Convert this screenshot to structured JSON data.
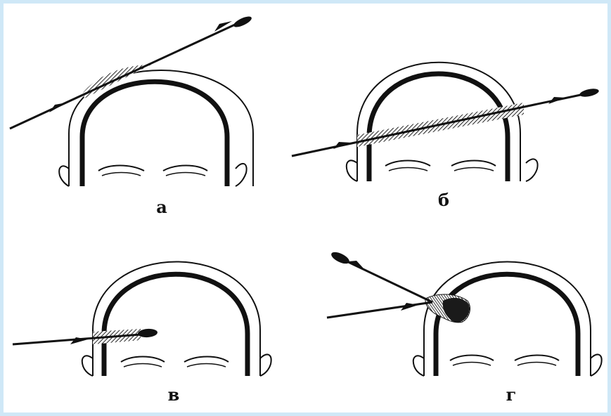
{
  "panels": [
    {
      "id": "a",
      "label": "а"
    },
    {
      "id": "b",
      "label": "б"
    },
    {
      "id": "v",
      "label": "в"
    },
    {
      "id": "g",
      "label": "г"
    }
  ],
  "colors": {
    "frame_border": "#cfe8f7",
    "ink": "#111111",
    "background": "#ffffff"
  }
}
